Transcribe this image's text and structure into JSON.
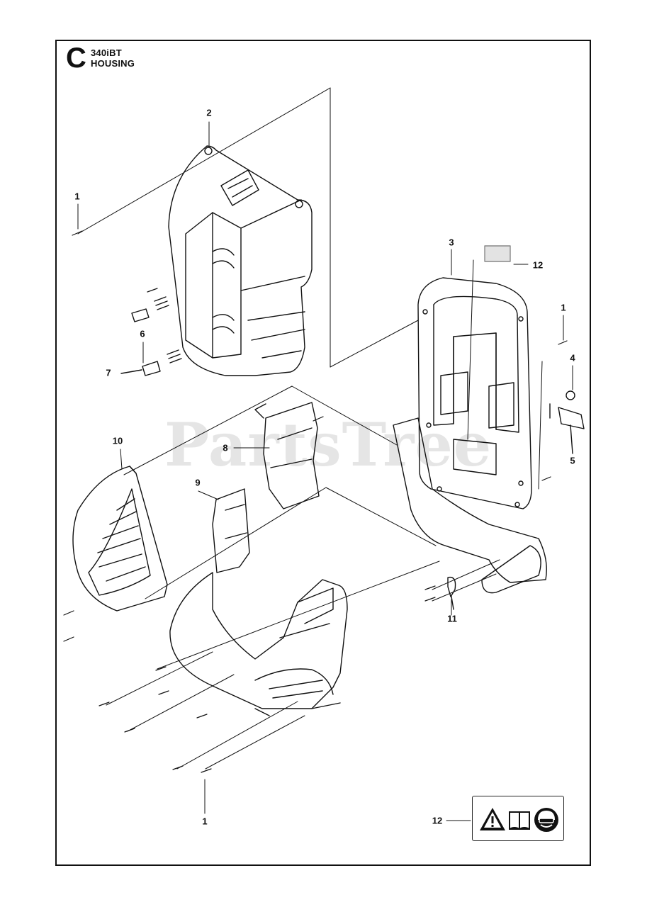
{
  "header": {
    "section_letter": "C",
    "model": "340iBT",
    "assembly": "HOUSING"
  },
  "watermark": "PartsTree",
  "callouts": [
    {
      "id": "c1a",
      "label": "1"
    },
    {
      "id": "c2",
      "label": "2"
    },
    {
      "id": "c6",
      "label": "6"
    },
    {
      "id": "c7",
      "label": "7"
    },
    {
      "id": "c3",
      "label": "3"
    },
    {
      "id": "c12a",
      "label": "12"
    },
    {
      "id": "c1b",
      "label": "1"
    },
    {
      "id": "c4",
      "label": "4"
    },
    {
      "id": "c5",
      "label": "5"
    },
    {
      "id": "c10",
      "label": "10"
    },
    {
      "id": "c8",
      "label": "8"
    },
    {
      "id": "c9",
      "label": "9"
    },
    {
      "id": "c11",
      "label": "11"
    },
    {
      "id": "c1c",
      "label": "1"
    },
    {
      "id": "c12b",
      "label": "12"
    }
  ],
  "decal_symbols": [
    "warning-triangle-icon",
    "manual-book-icon",
    "protective-gear-icon"
  ]
}
